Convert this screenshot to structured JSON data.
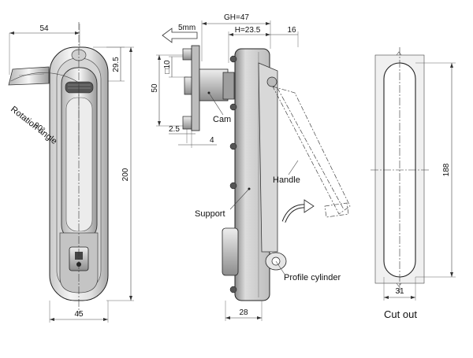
{
  "front_view": {
    "dims": {
      "width_top": "54",
      "top_offset": "29.5",
      "height": "200",
      "width_bottom": "45"
    },
    "rotation_angle_deg": "90°",
    "rotation_label": "Rotation angle"
  },
  "side_view": {
    "dims": {
      "gh": "GH=47",
      "h": "H=23.5",
      "h_right": "16",
      "v50": "50",
      "sq10": "□10",
      "d25": "2.5",
      "d4": "4",
      "bottom": "28"
    },
    "arrow_5mm": "5mm",
    "labels": {
      "cam": "Cam",
      "handle": "Handle",
      "support": "Support",
      "profile_cylinder": "Profile cylinder"
    }
  },
  "cutout_view": {
    "dims": {
      "height": "188",
      "width": "31"
    },
    "title": "Cut out"
  }
}
